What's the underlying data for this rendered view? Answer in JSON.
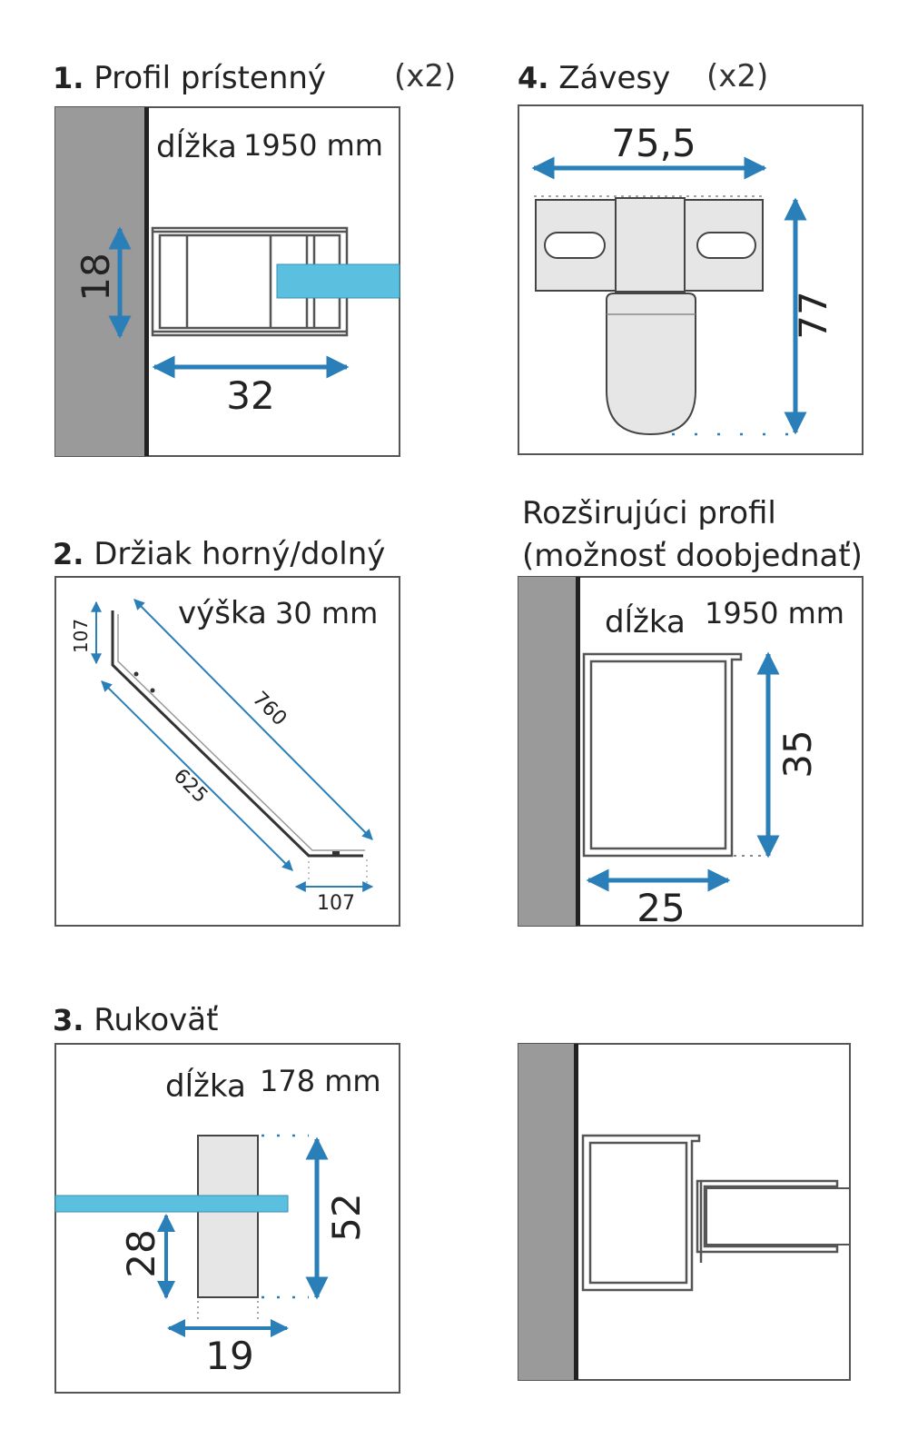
{
  "colors": {
    "wall": "#9a9a9a",
    "glass": "#5bc0e0",
    "arrow": "#2a7fb8",
    "panel_border": "#555555",
    "part_fill": "#e6e6e6"
  },
  "sections": {
    "profile": {
      "number": "1.",
      "title": "Profil prístenný",
      "quantity": "(x2)",
      "length_label": "dĺžka",
      "length_value": "1950 mm",
      "dim_height": "18",
      "dim_width": "32"
    },
    "holder": {
      "number": "2.",
      "title": "Držiak horný/dolný",
      "height_label": "výška",
      "height_value": "30 mm",
      "dim_top": "107",
      "dim_long": "760",
      "dim_short": "625",
      "dim_bottom": "107"
    },
    "handle": {
      "number": "3.",
      "title": "Rukoväť",
      "length_label": "dĺžka",
      "length_value": "178 mm",
      "dim_height": "52",
      "dim_offset": "28",
      "dim_width": "19"
    },
    "hinges": {
      "number": "4.",
      "title": "Závesy",
      "quantity": "(x2)",
      "dim_width": "75,5",
      "dim_height": "77"
    },
    "extension": {
      "title_line1": "Rozširujúci profil",
      "title_line2": "(možnosť doobjednať)",
      "length_label": "dĺžka",
      "length_value": "1950 mm",
      "dim_height": "35",
      "dim_width": "25"
    }
  }
}
